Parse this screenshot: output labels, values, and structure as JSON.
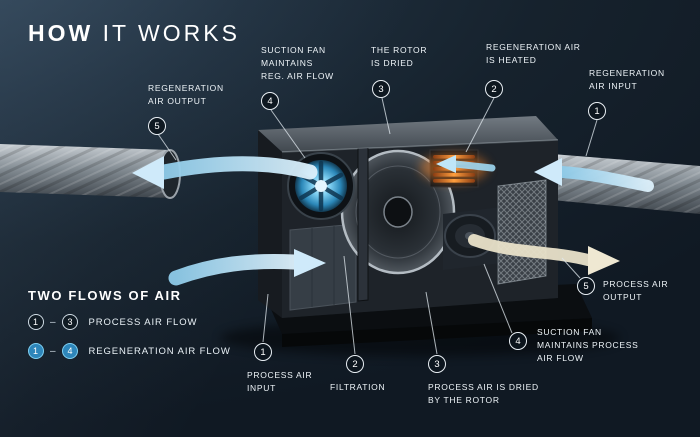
{
  "title": {
    "bold": "HOW",
    "rest": " IT WORKS"
  },
  "top_callouts": [
    {
      "num": "5",
      "label": "REGENERATION\nAIR OUTPUT"
    },
    {
      "num": "4",
      "label": "SUCTION FAN\nMAINTAINS\nREG. AIR FLOW"
    },
    {
      "num": "3",
      "label": "THE ROTOR\nIS DRIED"
    },
    {
      "num": "2",
      "label": "REGENERATION AIR\nIS HEATED"
    },
    {
      "num": "1",
      "label": "REGENERATION\nAIR INPUT"
    }
  ],
  "bottom_callouts": [
    {
      "num": "1",
      "label": "PROCESS AIR\nINPUT"
    },
    {
      "num": "2",
      "label": "FILTRATION"
    },
    {
      "num": "3",
      "label": "PROCESS AIR IS DRIED\nBY THE ROTOR"
    },
    {
      "num": "4",
      "label": "SUCTION FAN\nMAINTAINS PROCESS\nAIR FLOW"
    },
    {
      "num": "5",
      "label": "PROCESS AIR\nOUTPUT"
    }
  ],
  "legend": {
    "title": "TWO FLOWS OF AIR",
    "separator": "–",
    "rows": [
      {
        "from": "1",
        "to": "3",
        "label": "PROCESS AIR FLOW"
      },
      {
        "from": "1",
        "to": "4",
        "label": "REGENERATION AIR FLOW"
      }
    ]
  },
  "colors": {
    "background": "#16222d",
    "accent_blue": "#7fd0f2",
    "airflow_blue": "#a9d9f0",
    "process_output_beige": "#e9e1c9",
    "heater_orange": "#ff9e3d",
    "duct_gray": "#848d94",
    "text": "#ffffff"
  }
}
